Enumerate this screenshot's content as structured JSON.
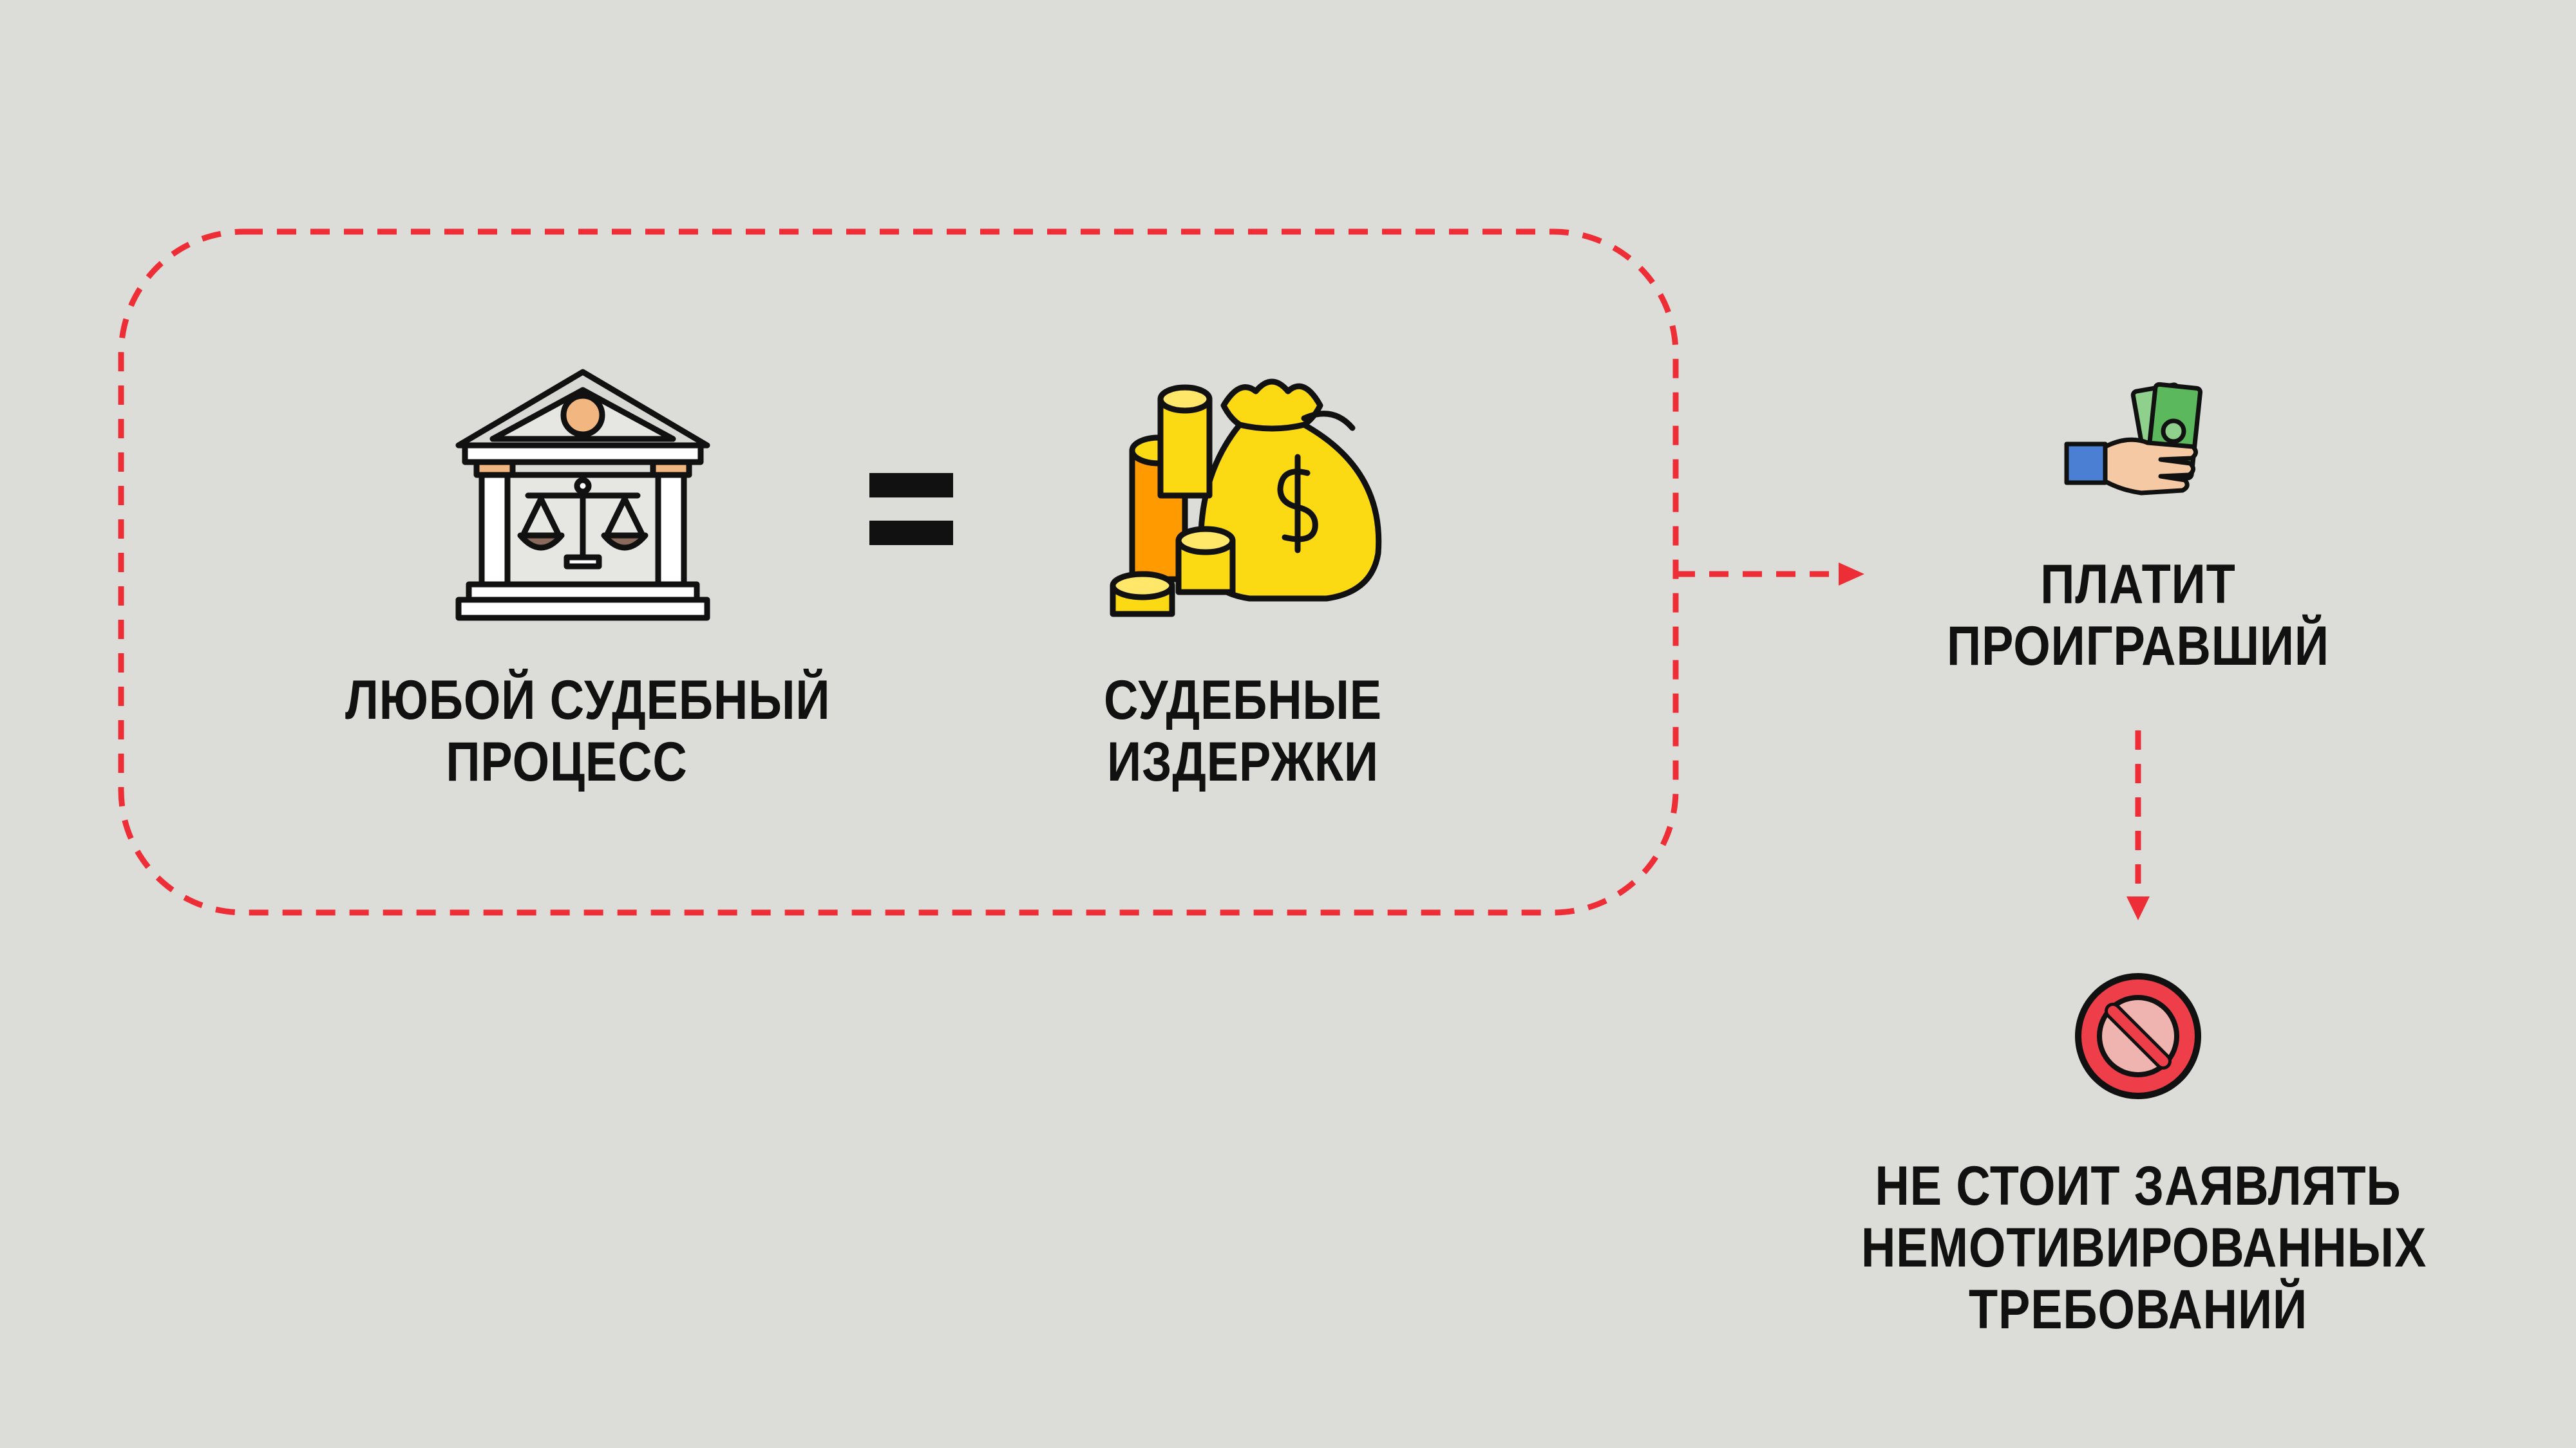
{
  "colors": {
    "background": "#dcdcd8",
    "dashed_accent": "#ee2e37",
    "text": "#111111",
    "gold": "#fbd913",
    "orange": "#ff9a00"
  },
  "nodes": {
    "court": {
      "icon": "courthouse-scales-icon",
      "line1": "ЛЮБОЙ СУДЕБНЫЙ",
      "line2": "ПРОЦЕСС"
    },
    "equals": {
      "icon": "equals-sign-icon"
    },
    "costs": {
      "icon": "money-bag-coins-icon",
      "line1": "СУДЕБНЫЕ",
      "line2": "ИЗДЕРЖКИ"
    },
    "loser_pays": {
      "icon": "hand-holding-money-icon",
      "line1": "ПЛАТИТ",
      "line2": "ПРОИГРАВШИЙ"
    },
    "warning": {
      "icon": "prohibited-sign-icon",
      "line1": "НЕ СТОИТ ЗАЯВЛЯТЬ",
      "line2": "НЕМОТИВИРОВАННЫХ",
      "line3": "ТРЕБОВАНИЙ"
    }
  },
  "connectors": [
    {
      "from": "group",
      "to": "loser_pays",
      "style": "dashed-arrow"
    },
    {
      "from": "loser_pays",
      "to": "warning",
      "style": "dashed-arrow"
    }
  ]
}
